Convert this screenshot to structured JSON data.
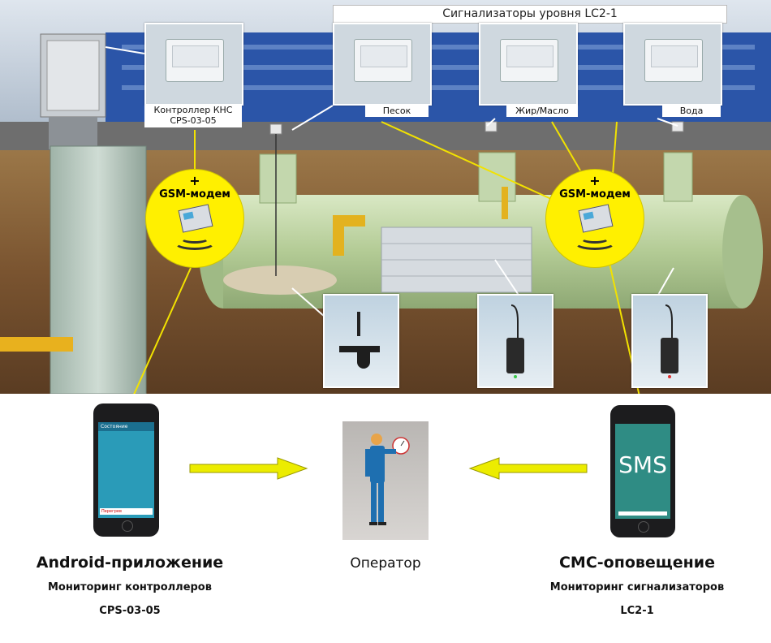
{
  "title": "Сигнализаторы уровня LC2-1",
  "controller": {
    "line1": "Контроллер КНС",
    "line2": "CPS-03-05"
  },
  "sensors": [
    {
      "label": "Песок"
    },
    {
      "label": "Жир/Масло"
    },
    {
      "label": "Вода"
    }
  ],
  "gsm": {
    "plus": "+",
    "label": "GSM-модем"
  },
  "left_phone": {
    "header": "Состояние",
    "status": "Перегрев"
  },
  "right_phone": {
    "screen_text": "SMS"
  },
  "captions": {
    "left_title": "Android-приложение",
    "left_sub1": "Мониторинг контроллеров",
    "left_sub2": "CPS-03-05",
    "center": "Оператор",
    "right_title": "СМС-оповещение",
    "right_sub1": "Мониторинг сигнализаторов",
    "right_sub2": "LC2-1"
  },
  "colors": {
    "accent_yellow": "#fff000",
    "sky": "#2b55a8",
    "soil": "#8a6438",
    "tank": "#b9cf9e"
  }
}
